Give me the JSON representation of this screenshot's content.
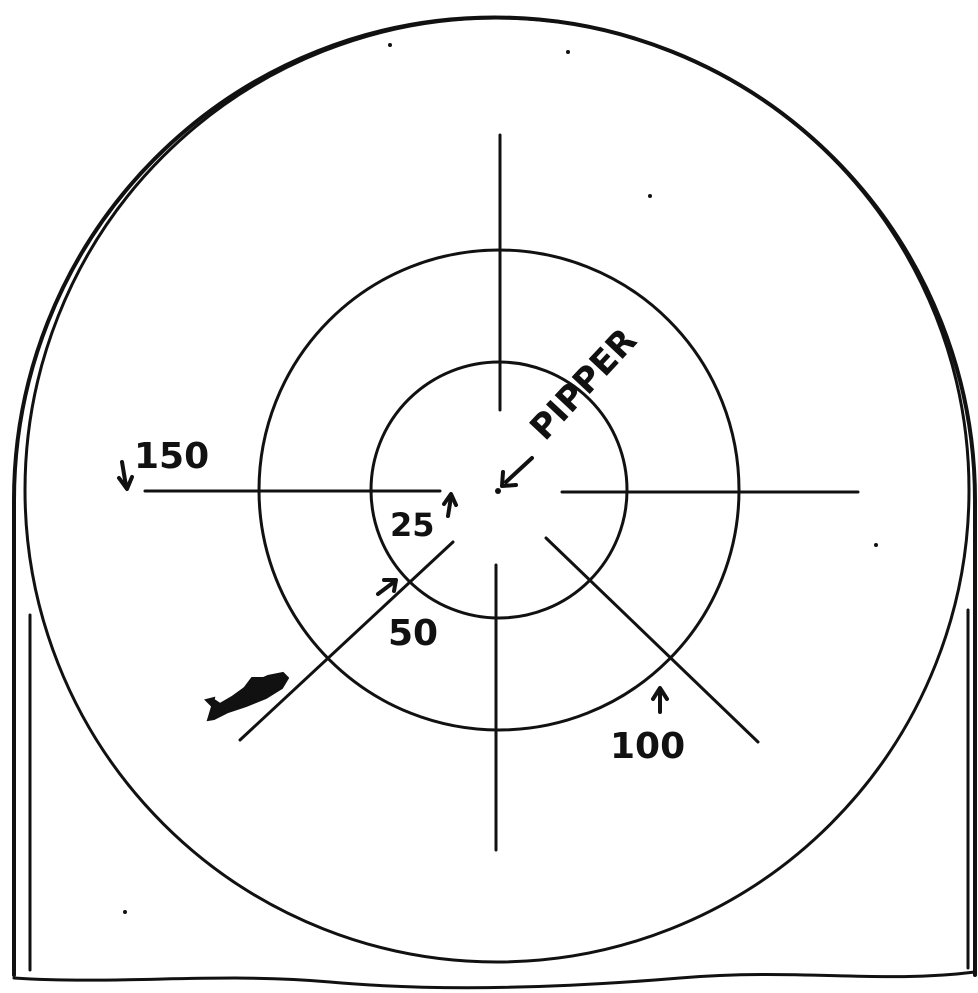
{
  "labels": {
    "pipper": "PIPPER",
    "range_25": "25",
    "range_50": "50",
    "range_100": "100",
    "range_150": "150"
  },
  "colors": {
    "ink": "#111111",
    "paper": "#ffffff"
  },
  "icons": {
    "aircraft": "aircraft-silhouette-icon",
    "arrow": "arrow-icon"
  }
}
